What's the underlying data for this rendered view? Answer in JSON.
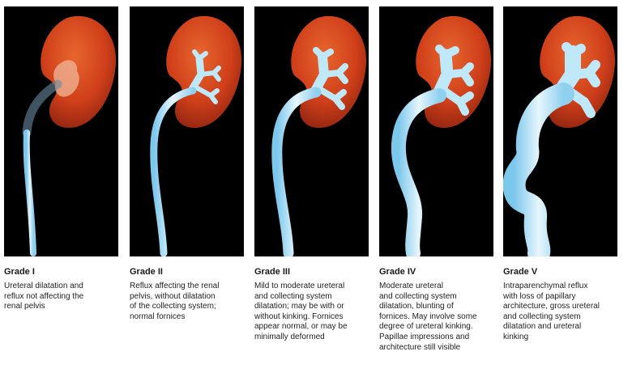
{
  "colors": {
    "panel_bg": "#000000",
    "kidney": "#d2441c",
    "ureter": "#a9ddf4",
    "ureter_highlight": "#e8f7fd",
    "caption_text": "#222222"
  },
  "grades": [
    {
      "title": "Grade I",
      "lines": [
        "Ureteral dilatation and",
        "reflux not affecting the",
        "renal pelvis"
      ]
    },
    {
      "title": "Grade II",
      "lines": [
        "Reflux affecting the renal",
        "pelvis, without dilatation",
        "of the collecting system;",
        "normal fornices"
      ]
    },
    {
      "title": "Grade III",
      "lines": [
        "Mild to moderate ureteral",
        "and collecting system",
        "dilatation; may be with or",
        "without kinking. Fornices",
        "appear normal, or may be",
        "minimally deformed"
      ]
    },
    {
      "title": "Grade IV",
      "lines": [
        "Moderate ureteral",
        "and collecting system",
        "dilatation, blunting of",
        "fornices. May involve some",
        "degree of ureteral kinking.",
        "Papillae impressions and",
        "architecture still visible"
      ]
    },
    {
      "title": "Grade V",
      "lines": [
        "Intraparenchymal reflux",
        "with loss of papillary",
        "architecture, gross ureteral",
        "and collecting system",
        "dilatation and ureteral",
        "kinking"
      ]
    }
  ]
}
